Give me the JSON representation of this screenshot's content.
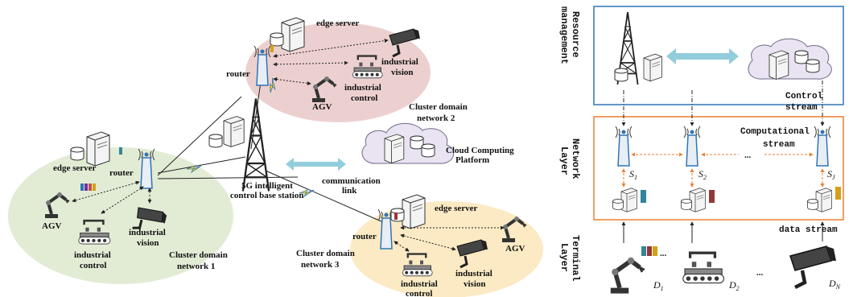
{
  "left": {
    "clusters": [
      {
        "title": "Cluster domain",
        "subtitle": "network 1"
      },
      {
        "title": "Cluster domain",
        "subtitle": "network 2"
      },
      {
        "title": "Cluster domain",
        "subtitle": "network 3"
      }
    ],
    "labels": {
      "edge_server": "edge server",
      "router": "router",
      "industrial": "industrial",
      "vision": "vision",
      "control": "control",
      "agv": "AGV",
      "bs_line1": "5G intelligent",
      "bs_line2": "control base station",
      "comm_line1": "communication",
      "comm_line2": "link",
      "cloud_line1": "Cloud Computing",
      "cloud_line2": "Platform"
    }
  },
  "right": {
    "layers": {
      "resource_1": "Resource",
      "resource_2": "management",
      "network_1": "Network",
      "network_2": "Layer",
      "terminal_1": "Terminal",
      "terminal_2": "Layer"
    },
    "control_stream_1": "Control",
    "control_stream_2": "stream",
    "computational_1": "Computational",
    "computational_2": "stream",
    "data_stream": "data stream",
    "servers": [
      "S",
      "S",
      "S"
    ],
    "server_subs": [
      "1",
      "2",
      "J"
    ],
    "devices": [
      "D",
      "D",
      "D"
    ],
    "device_subs": [
      "1",
      "2",
      "N"
    ],
    "ellipsis": "...",
    "colors": {
      "blue_box": "#2e75b6",
      "orange_box": "#ed7d31",
      "teal": "#31859b",
      "darkred": "#953735",
      "gold": "#d4a017"
    }
  }
}
